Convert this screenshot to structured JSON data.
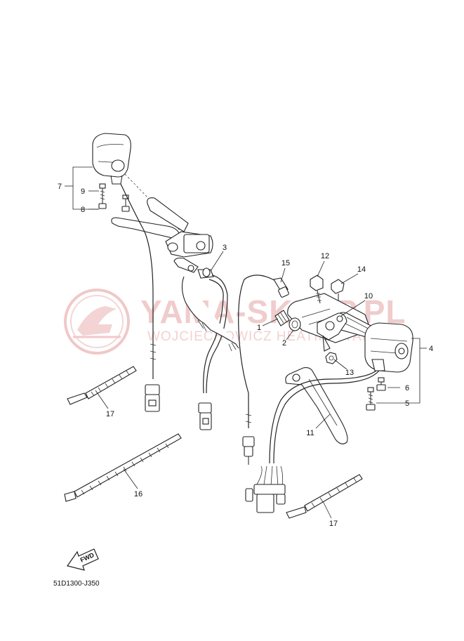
{
  "watermark": {
    "brand": "YAMA-SKLEP.PL",
    "subtitle": "WOJCIECHOWICZ HEATING YAMAHA",
    "color": "#f0cccc"
  },
  "callouts": [
    {
      "id": "c1",
      "label": "1"
    },
    {
      "id": "c2",
      "label": "2"
    },
    {
      "id": "c3",
      "label": "3"
    },
    {
      "id": "c4",
      "label": "4"
    },
    {
      "id": "c5",
      "label": "5"
    },
    {
      "id": "c6",
      "label": "6"
    },
    {
      "id": "c7",
      "label": "7"
    },
    {
      "id": "c8",
      "label": "8"
    },
    {
      "id": "c9",
      "label": "9"
    },
    {
      "id": "c10",
      "label": "10"
    },
    {
      "id": "c11",
      "label": "11"
    },
    {
      "id": "c12",
      "label": "12"
    },
    {
      "id": "c13",
      "label": "13"
    },
    {
      "id": "c14",
      "label": "14"
    },
    {
      "id": "c15",
      "label": "15"
    },
    {
      "id": "c16",
      "label": "16"
    },
    {
      "id": "c17a",
      "label": "17"
    },
    {
      "id": "c17b",
      "label": "17"
    }
  ],
  "fwd_label": "FWD",
  "diagram_code": "51D1300-J350"
}
